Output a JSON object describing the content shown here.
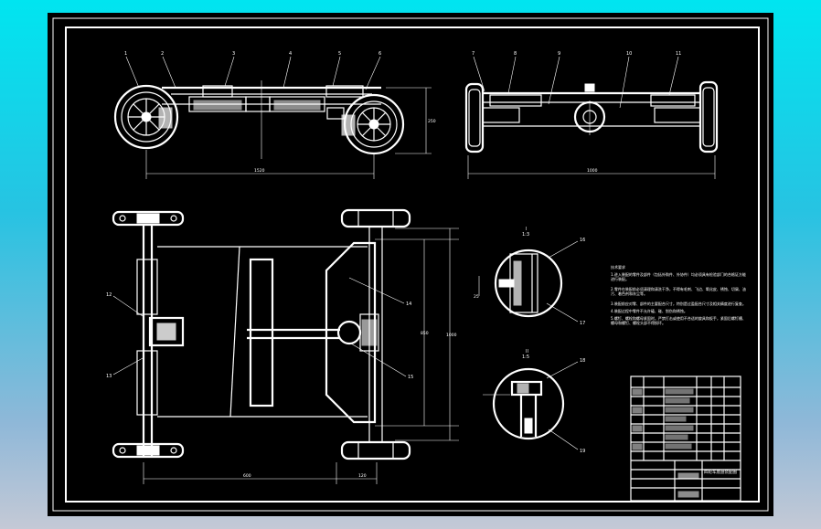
{
  "drawing": {
    "part_labels": {
      "top": [
        "1",
        "2",
        "3",
        "4",
        "5",
        "6"
      ],
      "side": [
        "7",
        "8",
        "9",
        "10",
        "11"
      ],
      "plan": [
        "12",
        "13",
        "14",
        "15"
      ],
      "detail_a": [
        "16",
        "17"
      ],
      "detail_b": [
        "18",
        "19"
      ]
    },
    "dimensions": {
      "front_wheelbase": "1520",
      "front_height": "250",
      "side_track": "1000",
      "plan_inner": "850",
      "plan_outer": "1000",
      "plan_left": "600",
      "plan_right": "120",
      "detail_a_dim": "25"
    },
    "section_labels": {
      "a": [
        "I",
        "1:3"
      ],
      "b": [
        "II",
        "1:5"
      ]
    },
    "notes": {
      "title": "技术要求",
      "lines": [
        "1.进入装配的零件及部件（包括外购件、外协件）均必须具有检验部门的合格证方能进行装配。",
        "2.零件在装配前必须清理和清洗干净，不得有毛刺、飞边、氧化皮、锈蚀、切屑、油污、着色剂和灰尘等。",
        "3.装配前应对零、部件的主要配合尺寸，特别是过盈配合尺寸及相关精度进行复查。",
        "4.装配过程中零件不允许磕、碰、划伤和锈蚀。",
        "5.螺钉、螺栓和螺母紧固时，严禁打击或使用不合适的旋具和扳手，紧固后螺钉槽、螺母和螺钉、螺栓头部不得损坏。"
      ]
    },
    "title_block": {
      "drawing_title": "四轮车底盘装配图"
    }
  }
}
